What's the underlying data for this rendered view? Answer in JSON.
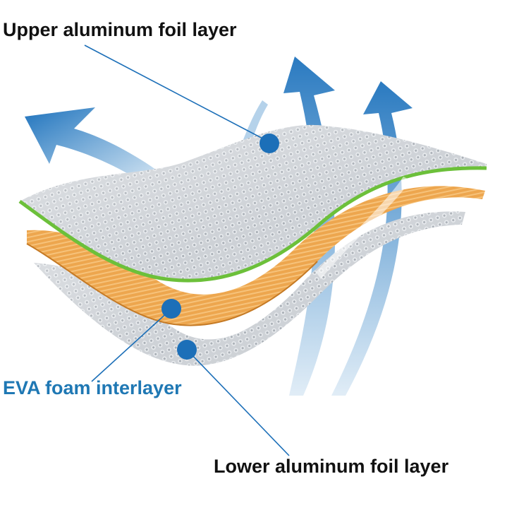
{
  "labels": {
    "upper_foil": "Upper aluminum foil layer",
    "eva_foam": "EVA foam interlayer",
    "lower_foil": "Lower aluminum foil layer"
  },
  "colors": {
    "label_dark": "#111111",
    "label_blue": "#1f78b4",
    "marker_blue": "#1c6fb8",
    "arrow_blue": "#2a7fc4",
    "foam_orange": "#e8a04a",
    "edge_green": "#6cc03a",
    "foil_silver": "#cfd3d8"
  },
  "icons": {
    "layer_marker": "blue-dot-marker",
    "heat_arrow": "curved-up-arrow"
  }
}
